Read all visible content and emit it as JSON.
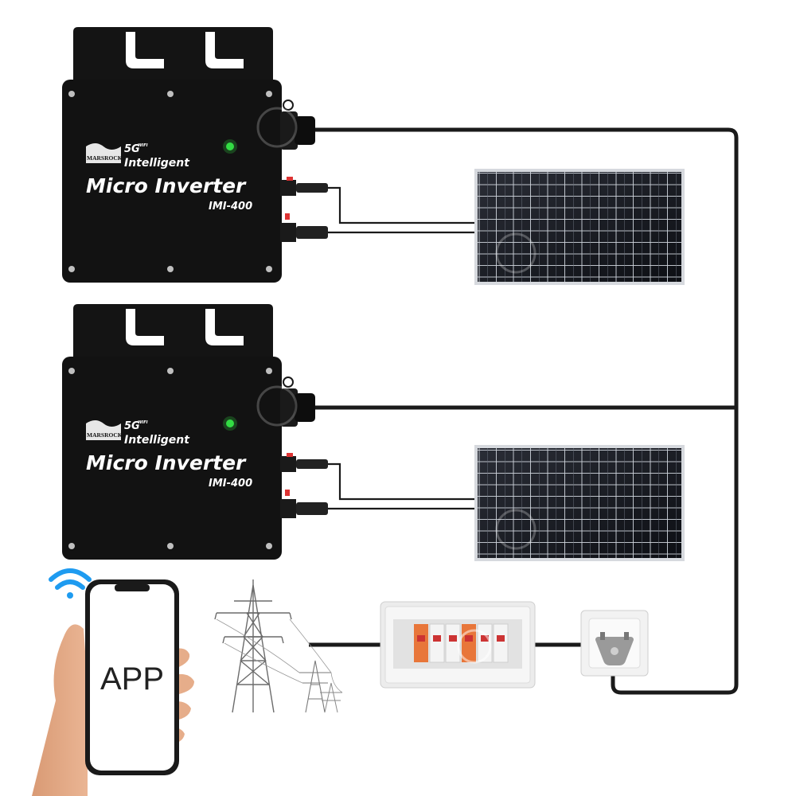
{
  "inverters": [
    {
      "brand": "MARSROCK",
      "badge": "5G",
      "badge_sub": "WIFI",
      "tagline": "Intelligent",
      "title": "Micro Inverter",
      "model": "IMI-400"
    },
    {
      "brand": "MARSROCK",
      "badge": "5G",
      "badge_sub": "WIFI",
      "tagline": "Intelligent",
      "title": "Micro Inverter",
      "model": "IMI-400"
    }
  ],
  "phone": {
    "label": "APP"
  },
  "icons": [
    "wifi-icon",
    "power-tower-icon",
    "circuit-breaker-box",
    "wall-socket-icon",
    "solar-panel",
    "watermark-logo"
  ],
  "colors": {
    "inverter_body": "#121212",
    "status_led": "#33dd44",
    "wifi": "#1e9bf0",
    "cable": "#1a1a1a",
    "breaker": "#e8763a"
  }
}
